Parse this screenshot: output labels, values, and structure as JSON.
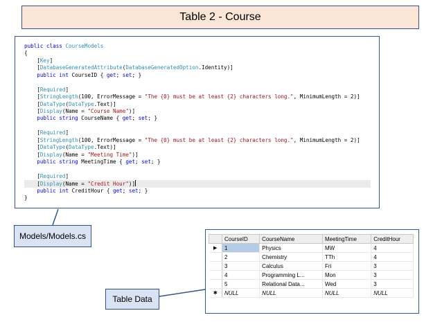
{
  "title": "Table 2 - Course",
  "code_lines": [
    [
      {
        "t": "public class ",
        "c": "kw"
      },
      {
        "t": "CourseModels",
        "c": "ty"
      }
    ],
    [
      {
        "t": "{",
        "c": ""
      }
    ],
    [
      {
        "t": "    [",
        "c": ""
      },
      {
        "t": "Key",
        "c": "ty"
      },
      {
        "t": "]",
        "c": ""
      }
    ],
    [
      {
        "t": "    [",
        "c": ""
      },
      {
        "t": "DatabaseGeneratedAttribute",
        "c": "ty"
      },
      {
        "t": "(",
        "c": ""
      },
      {
        "t": "DatabaseGeneratedOption",
        "c": "ty"
      },
      {
        "t": ".Identity)]",
        "c": ""
      }
    ],
    [
      {
        "t": "    public int ",
        "c": "kw"
      },
      {
        "t": "CourseID { ",
        "c": ""
      },
      {
        "t": "get",
        "c": "kw"
      },
      {
        "t": "; ",
        "c": ""
      },
      {
        "t": "set",
        "c": "kw"
      },
      {
        "t": "; }",
        "c": ""
      }
    ],
    [
      {
        "t": "",
        "c": ""
      }
    ],
    [
      {
        "t": "    [",
        "c": ""
      },
      {
        "t": "Required",
        "c": "ty"
      },
      {
        "t": "]",
        "c": ""
      }
    ],
    [
      {
        "t": "    [",
        "c": ""
      },
      {
        "t": "StringLength",
        "c": "ty"
      },
      {
        "t": "(100, ErrorMessage = ",
        "c": ""
      },
      {
        "t": "\"The {0} must be at least {2} characters long.\"",
        "c": "st"
      },
      {
        "t": ", MinimumLength = 2)]",
        "c": ""
      }
    ],
    [
      {
        "t": "    [",
        "c": ""
      },
      {
        "t": "DataType",
        "c": "ty"
      },
      {
        "t": "(",
        "c": ""
      },
      {
        "t": "DataType",
        "c": "ty"
      },
      {
        "t": ".Text)]",
        "c": ""
      }
    ],
    [
      {
        "t": "    [",
        "c": ""
      },
      {
        "t": "Display",
        "c": "ty"
      },
      {
        "t": "(Name = ",
        "c": ""
      },
      {
        "t": "\"Course Name\"",
        "c": "st"
      },
      {
        "t": ")]",
        "c": ""
      }
    ],
    [
      {
        "t": "    public string ",
        "c": "kw"
      },
      {
        "t": "CourseName { ",
        "c": ""
      },
      {
        "t": "get",
        "c": "kw"
      },
      {
        "t": "; ",
        "c": ""
      },
      {
        "t": "set",
        "c": "kw"
      },
      {
        "t": "; }",
        "c": ""
      }
    ],
    [
      {
        "t": "",
        "c": ""
      }
    ],
    [
      {
        "t": "    [",
        "c": ""
      },
      {
        "t": "Required",
        "c": "ty"
      },
      {
        "t": "]",
        "c": ""
      }
    ],
    [
      {
        "t": "    [",
        "c": ""
      },
      {
        "t": "StringLength",
        "c": "ty"
      },
      {
        "t": "(100, ErrorMessage = ",
        "c": ""
      },
      {
        "t": "\"The {0} must be at least {2} characters long.\"",
        "c": "st"
      },
      {
        "t": ", MinimumLength = 2)]",
        "c": ""
      }
    ],
    [
      {
        "t": "    [",
        "c": ""
      },
      {
        "t": "DataType",
        "c": "ty"
      },
      {
        "t": "(",
        "c": ""
      },
      {
        "t": "DataType",
        "c": "ty"
      },
      {
        "t": ".Text)]",
        "c": ""
      }
    ],
    [
      {
        "t": "    [",
        "c": ""
      },
      {
        "t": "Display",
        "c": "ty"
      },
      {
        "t": "(Name = ",
        "c": ""
      },
      {
        "t": "\"Meeting Time\"",
        "c": "st"
      },
      {
        "t": ")]",
        "c": ""
      }
    ],
    [
      {
        "t": "    public string ",
        "c": "kw"
      },
      {
        "t": "MeetingTime { ",
        "c": ""
      },
      {
        "t": "get",
        "c": "kw"
      },
      {
        "t": "; ",
        "c": ""
      },
      {
        "t": "set",
        "c": "kw"
      },
      {
        "t": "; }",
        "c": ""
      }
    ],
    [
      {
        "t": "",
        "c": ""
      }
    ],
    [
      {
        "t": "    [",
        "c": ""
      },
      {
        "t": "Required",
        "c": "ty"
      },
      {
        "t": "]",
        "c": ""
      }
    ],
    [
      {
        "t": "    [",
        "c": ""
      },
      {
        "t": "Display",
        "c": "ty"
      },
      {
        "t": "(Name = ",
        "c": ""
      },
      {
        "t": "\"Credit Hour\"",
        "c": "st"
      },
      {
        "t": ")]",
        "c": ""
      }
    ],
    [
      {
        "t": "    public int ",
        "c": "kw"
      },
      {
        "t": "CreditHour { ",
        "c": ""
      },
      {
        "t": "get",
        "c": "kw"
      },
      {
        "t": "; ",
        "c": ""
      },
      {
        "t": "set",
        "c": "kw"
      },
      {
        "t": "; }",
        "c": ""
      }
    ],
    [
      {
        "t": "}",
        "c": ""
      }
    ]
  ],
  "highlighted_line": 19,
  "models_label": "Models/Models.cs",
  "table_label": "Table Data",
  "table": {
    "columns": [
      "CourseID",
      "CourseName",
      "MeetingTime",
      "CreditHour"
    ],
    "rows": [
      {
        "marker": "▶",
        "cells": [
          "1",
          "Physics",
          "MW",
          "4"
        ]
      },
      {
        "marker": "",
        "cells": [
          "2",
          "Chemistry",
          "TTh",
          "4"
        ]
      },
      {
        "marker": "",
        "cells": [
          "3",
          "Calculus",
          "Fri",
          "3"
        ]
      },
      {
        "marker": "",
        "cells": [
          "4",
          "Programming L...",
          "Mon",
          "3"
        ]
      },
      {
        "marker": "",
        "cells": [
          "5",
          "Relational Data...",
          "Wed",
          "3"
        ]
      },
      {
        "marker": "✱",
        "cells": [
          "NULL",
          "NULL",
          "NULL",
          "NULL"
        ]
      }
    ]
  },
  "colors": {
    "title_bg": "#fbe5d6",
    "label_bg": "#dae3f3",
    "border": "#2f5597",
    "keyword": "#0000ff",
    "type": "#2b91af",
    "string": "#a31515"
  }
}
